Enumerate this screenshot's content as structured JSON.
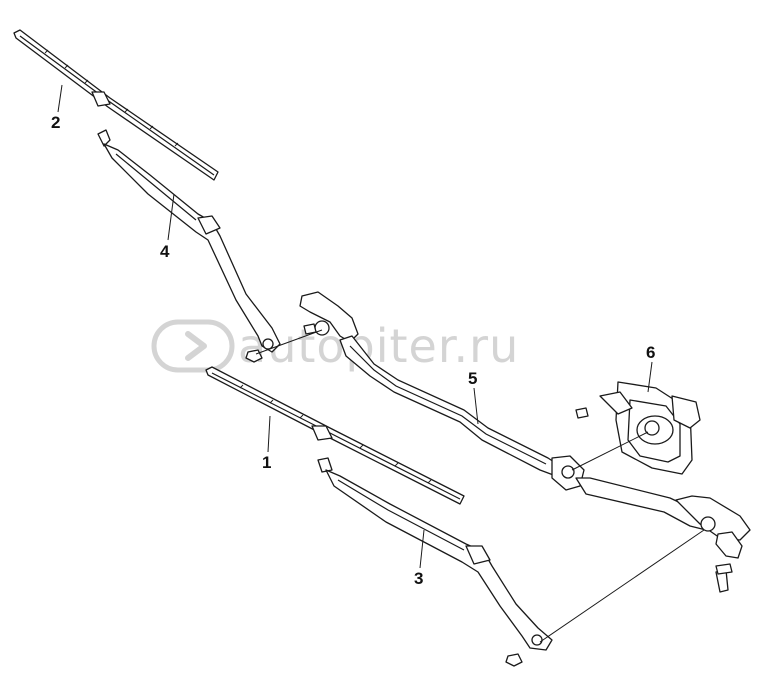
{
  "watermark": {
    "logo_icon": "arrow-in-circle-icon",
    "text": "autopiter.ru"
  },
  "callouts": {
    "p1": "1",
    "p2": "2",
    "p3": "3",
    "p4": "4",
    "p5": "5",
    "p6": "6"
  },
  "parts": {
    "p1": "wiper-blade-lower",
    "p2": "wiper-blade-upper",
    "p3": "wiper-arm-lower",
    "p4": "wiper-arm-upper",
    "p5": "wiper-linkage",
    "p6": "wiper-motor"
  },
  "colors": {
    "line": "#1a1a1a",
    "watermark": "#d4d4d4",
    "background": "#ffffff"
  }
}
